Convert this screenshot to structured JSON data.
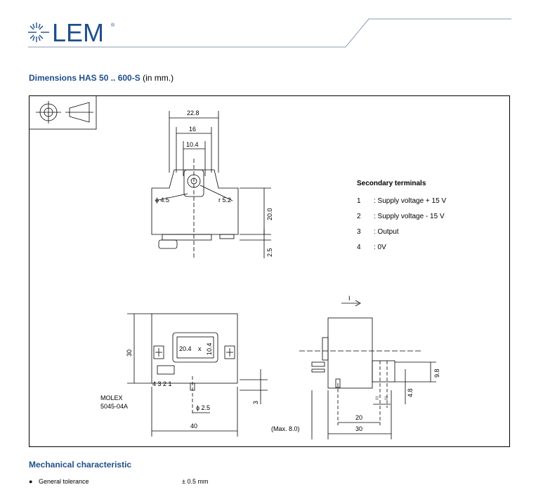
{
  "logo": {
    "text": "LEM",
    "registered": "®"
  },
  "heading": {
    "bold": "Dimensions HAS 50 .. 600-S",
    "normal": "(in mm.)"
  },
  "drawing": {
    "top_view": {
      "dim_22_8": "22.8",
      "dim_16": "16",
      "dim_10_4": "10.4",
      "phi_4_5": "ϕ 4.5",
      "r_5_2": "r 5.2",
      "dim_20_0": "20.0",
      "dim_2_5": "2.5"
    },
    "front_view": {
      "dim_30": "30",
      "window_w": "20.4",
      "window_x": "x",
      "window_h": "10.4",
      "pins": "4 3 2 1",
      "molex_1": "MOLEX",
      "molex_2": "5045-04A",
      "phi_2_5": "ϕ 2.5",
      "dim_3": "3",
      "dim_40": "40"
    },
    "side_view": {
      "current": "I",
      "dim_9_8": "9.8",
      "dim_4_8": "4.8",
      "eq_1": "=",
      "eq_2": "=",
      "dim_20": "20",
      "dim_30": "30",
      "max": "(Max. 8.0)"
    }
  },
  "terminals": {
    "title": "Secondary terminals",
    "items": [
      {
        "num": "1",
        "desc": ": Supply voltage + 15 V"
      },
      {
        "num": "2",
        "desc": ": Supply voltage  - 15 V"
      },
      {
        "num": "3",
        "desc": ": Output"
      },
      {
        "num": "4",
        "desc": ": 0V"
      }
    ]
  },
  "mechanical": {
    "title": "Mechanical characteristic",
    "items": [
      {
        "bullet": "●",
        "label": "General tolerance",
        "value": "± 0.5 mm"
      }
    ]
  }
}
